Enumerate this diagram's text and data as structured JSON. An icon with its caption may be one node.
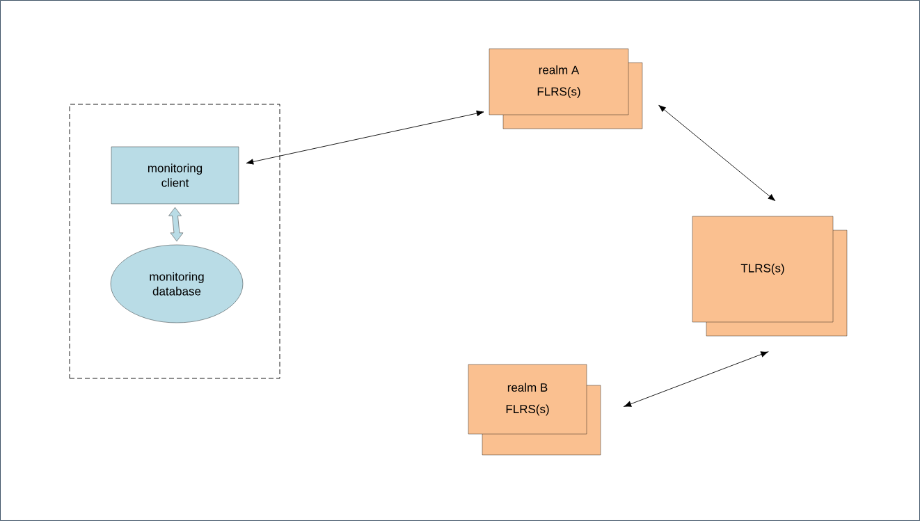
{
  "diagram": {
    "nodes": [
      {
        "text": [],
        "shape": "box"
      },
      {
        "text": [
          "monitoring client"
        ],
        "in": 0
      },
      {
        "text": [
          "monitoring database"
        ],
        "in": 0
      },
      {
        "text": [
          "realm A",
          "FLRS(s)"
        ]
      },
      {
        "text": [
          "TLRS(s)"
        ]
      },
      {
        "text": [
          "realm B",
          "FLRS(s)"
        ]
      }
    ],
    "edges": [
      {
        "from": 1,
        "to": 3,
        "arrow": "both"
      },
      {
        "from": 1,
        "to": 2,
        "arrow": "both",
        "style": "thick",
        "color": "#b9dce6"
      },
      {
        "from": 3,
        "to": 4,
        "arrow": "both"
      },
      {
        "from": 5,
        "to": 4,
        "arrow": "both"
      }
    ]
  }
}
